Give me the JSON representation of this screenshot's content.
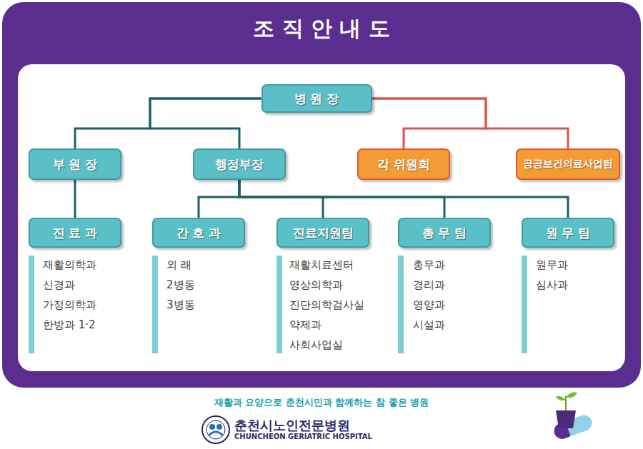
{
  "diagram": {
    "title": "조 직 안 내 도",
    "nodes": [
      {
        "text": [
          "병 원 장"
        ]
      },
      {
        "text": [
          "부 원 장"
        ]
      },
      {
        "text": [
          "행정부장"
        ]
      },
      {
        "text": [
          "각 위원회"
        ]
      },
      {
        "text": [
          "공공보건의료사업팀"
        ]
      },
      {
        "text": [
          "진 료 과"
        ]
      },
      {
        "text": [
          "간 호 과"
        ]
      },
      {
        "text": [
          "진료지원팀"
        ]
      },
      {
        "text": [
          "총 무 팀"
        ]
      },
      {
        "text": [
          "원 무 팀"
        ]
      }
    ],
    "edges": [
      {
        "from": 0,
        "to": 1,
        "arrow": "none"
      },
      {
        "from": 0,
        "to": 2,
        "arrow": "none"
      },
      {
        "from": 0,
        "to": 3,
        "arrow": "none"
      },
      {
        "from": 0,
        "to": 4,
        "arrow": "none"
      },
      {
        "from": 1,
        "to": 5,
        "arrow": "none"
      },
      {
        "from": 2,
        "to": 6,
        "arrow": "none"
      },
      {
        "from": 2,
        "to": 7,
        "arrow": "none"
      },
      {
        "from": 2,
        "to": 8,
        "arrow": "none"
      },
      {
        "from": 2,
        "to": 9,
        "arrow": "none"
      }
    ],
    "labels": [
      "재활의학과",
      "신경과",
      "가정의학과",
      "한방과 1·2",
      "외 래",
      "2병동",
      "3병동",
      "재활치료센터",
      "영상의학과",
      "진단의학검사실",
      "약제과",
      "사회사업실",
      "총무과",
      "경리과",
      "영양과",
      "시설과",
      "원무과",
      "심사과",
      "재활과 요양으로 춘천시민과 함께하는 참 좋은 병원",
      "춘천시노인전문병원",
      "CHUNCHEON GERIATRIC HOSPITAL"
    ]
  }
}
